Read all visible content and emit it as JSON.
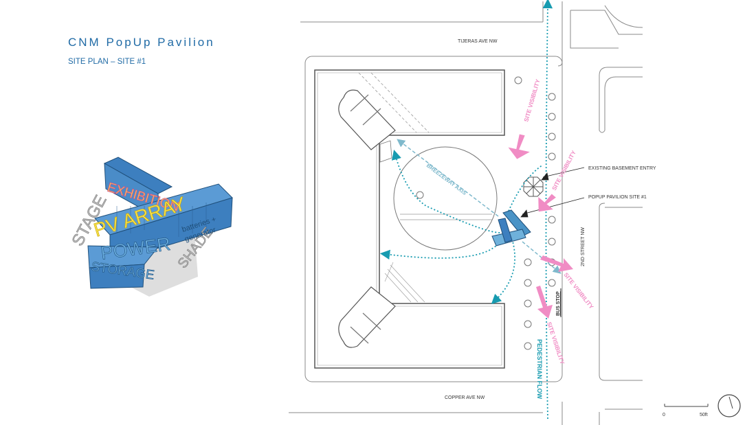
{
  "header": {
    "title": "CNM PopUp Pavilion",
    "subtitle": "SITE PLAN – SITE #1"
  },
  "streets": {
    "north": "TIJERAS AVE NW",
    "south": "COPPER AVE NW",
    "east": "2ND STREET NW"
  },
  "callouts": {
    "basement_entry": "EXISTING BASEMENT ENTRY",
    "pavilion_site": "POPUP PAVILION SITE #1",
    "bus_stop": "BUS STOP"
  },
  "flows": {
    "site_visibility": "SITE VISIBILITY",
    "pedestrian_flow": "PEDESTRIAN FLOW",
    "breezeway_axis": "BREEZEWAY AXIS"
  },
  "scale_bar": {
    "start": "0",
    "end": "50ft"
  },
  "axon": {
    "exhibition": "EXHIBITION",
    "pv_array": "PV ARRAY",
    "power": "POWER",
    "storage": "STORAGE",
    "stage": "STAGE",
    "shade": "SHADE",
    "batteries": "batteries +",
    "generator": "generator"
  },
  "colors": {
    "title_blue": "#1f6aa5",
    "visibility_pink": "#f08cc4",
    "pedestrian_teal": "#179bb0",
    "breezeway_blue": "#7fb9cc",
    "container_blue": "#3d7fbf",
    "container_yellow": "#f5e04a"
  }
}
